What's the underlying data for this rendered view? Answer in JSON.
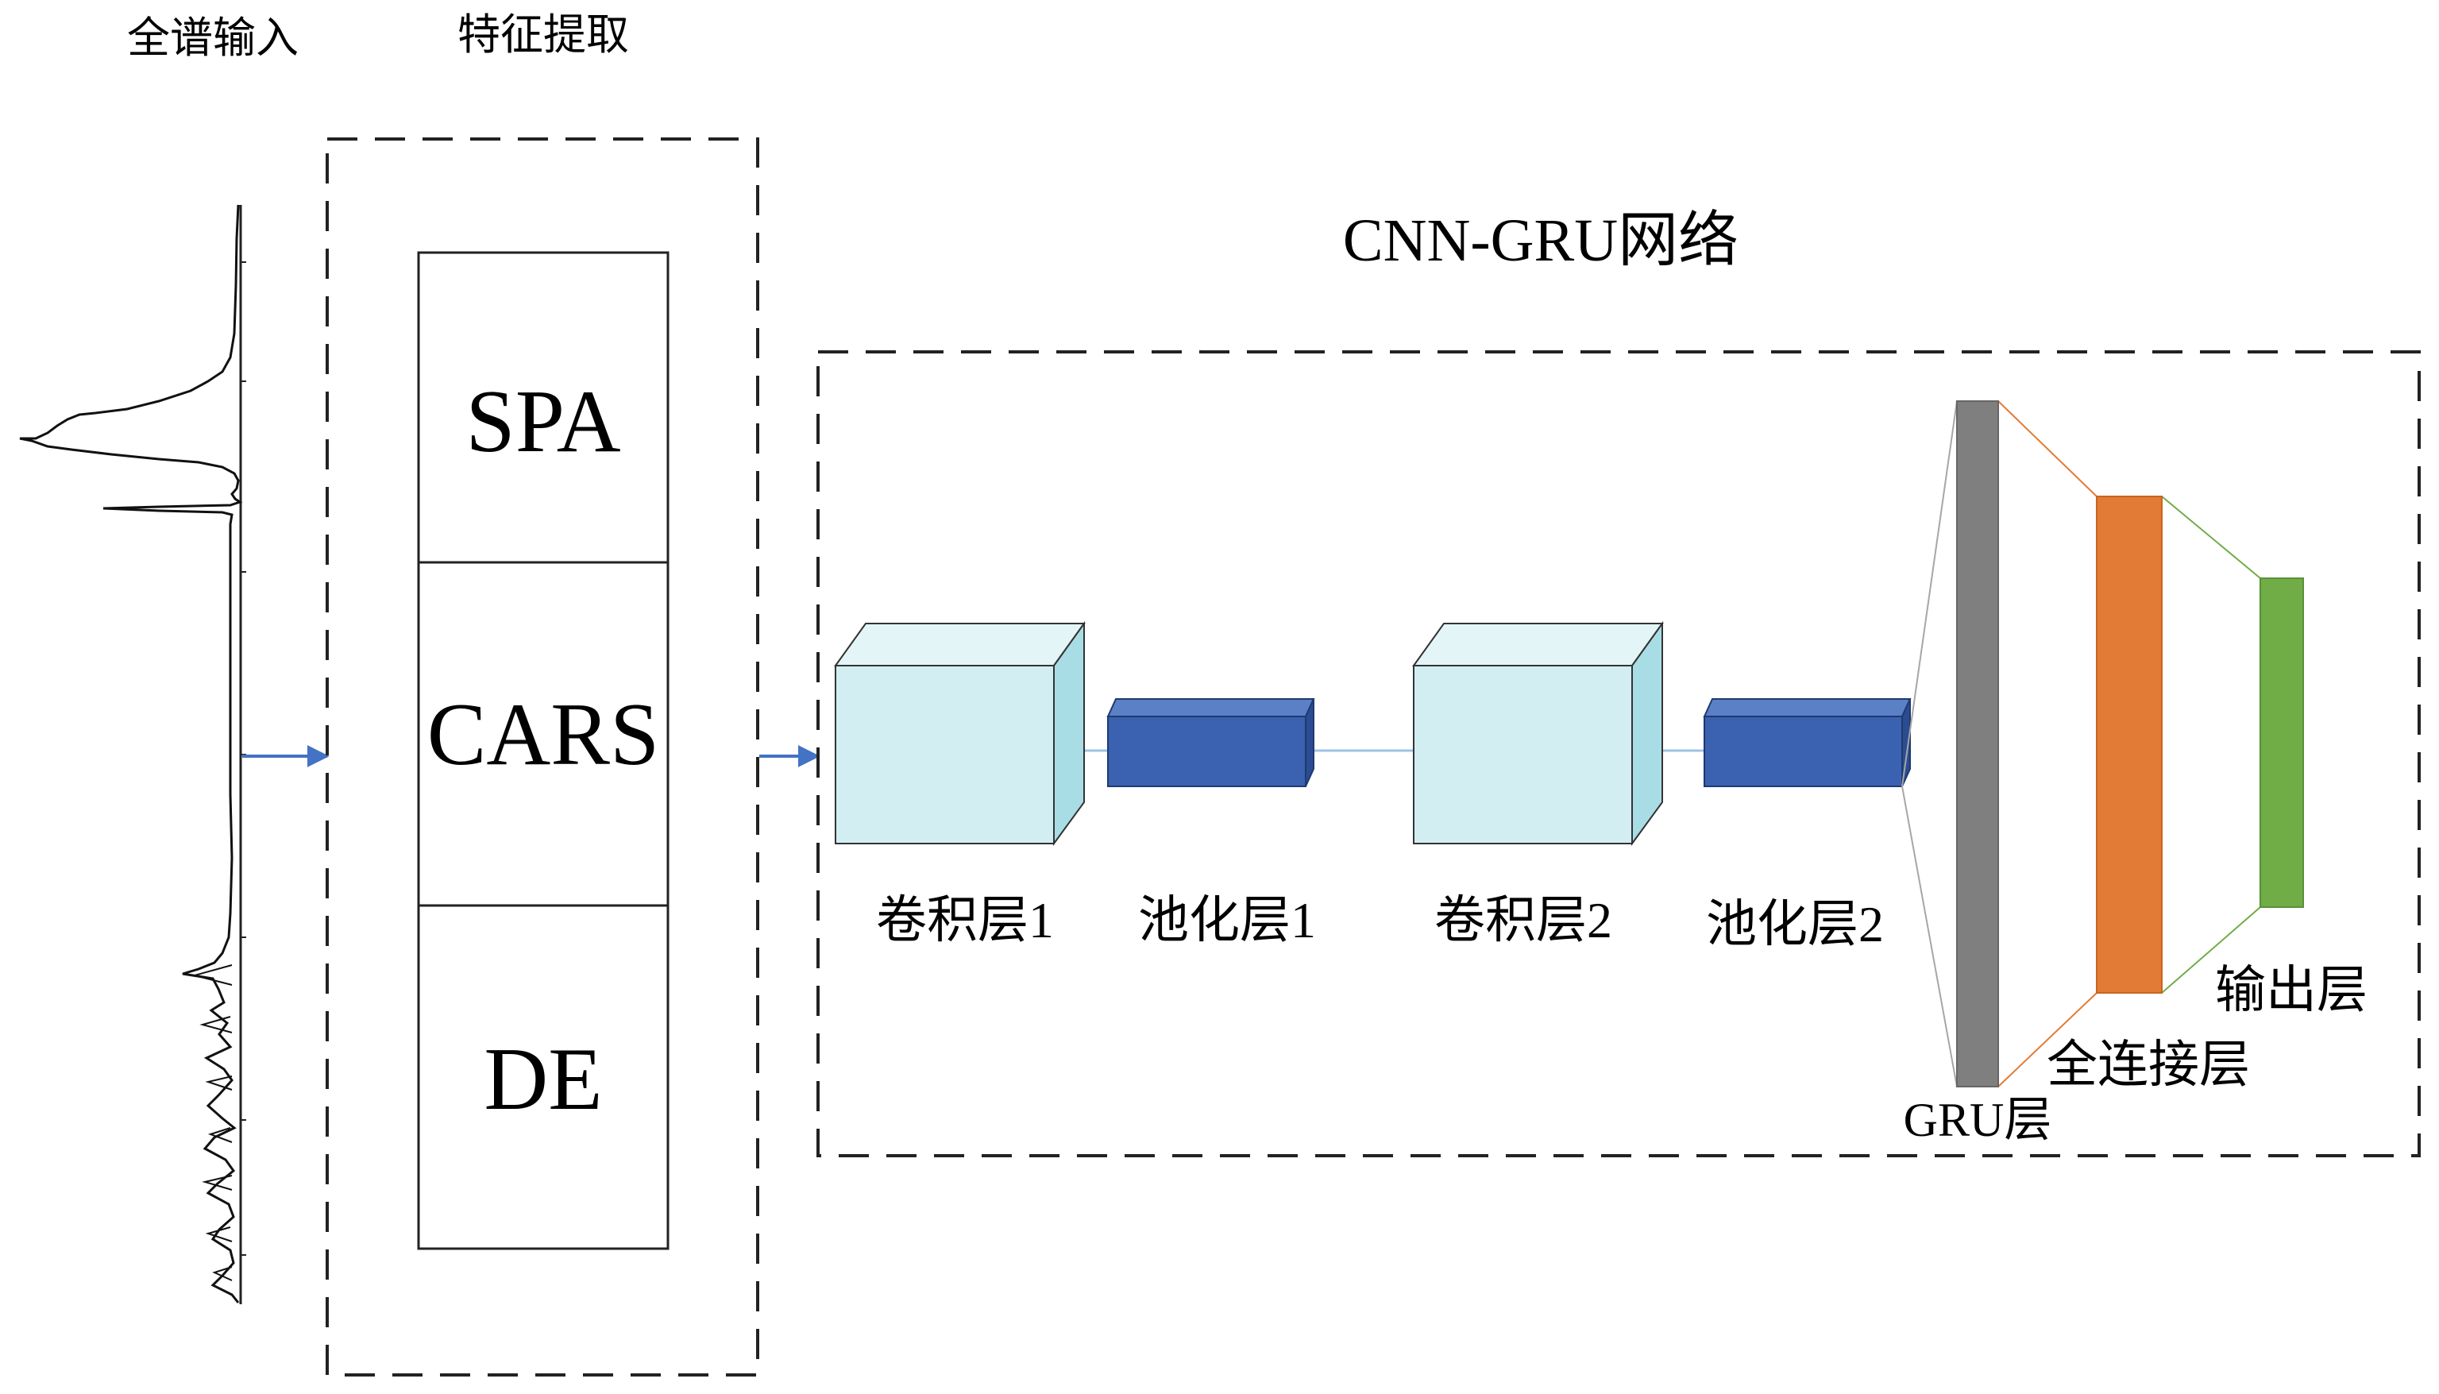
{
  "headings": {
    "full_spectrum_input": "全谱输入",
    "feature_extraction": "特征提取",
    "network_title": "CNN-GRU网络"
  },
  "feature_methods": [
    "SPA",
    "CARS",
    "DE"
  ],
  "layers": {
    "conv1": "卷积层1",
    "pool1": "池化层1",
    "conv2": "卷积层2",
    "pool2": "池化层2",
    "gru": "GRU层",
    "fc": "全连接层",
    "output": "输出层"
  },
  "colors": {
    "arrow": "#4472C4",
    "conv_front": "#D2EEF2",
    "conv_top": "#E4F5F8",
    "conv_side": "#A9DDE5",
    "pool_front": "#3A62B0",
    "pool_top": "#5B80C6",
    "pool_side": "#2B4C91",
    "gru_bar": "#7F7F7F",
    "fc_bar": "#E27B36",
    "output_bar": "#70AD47"
  }
}
